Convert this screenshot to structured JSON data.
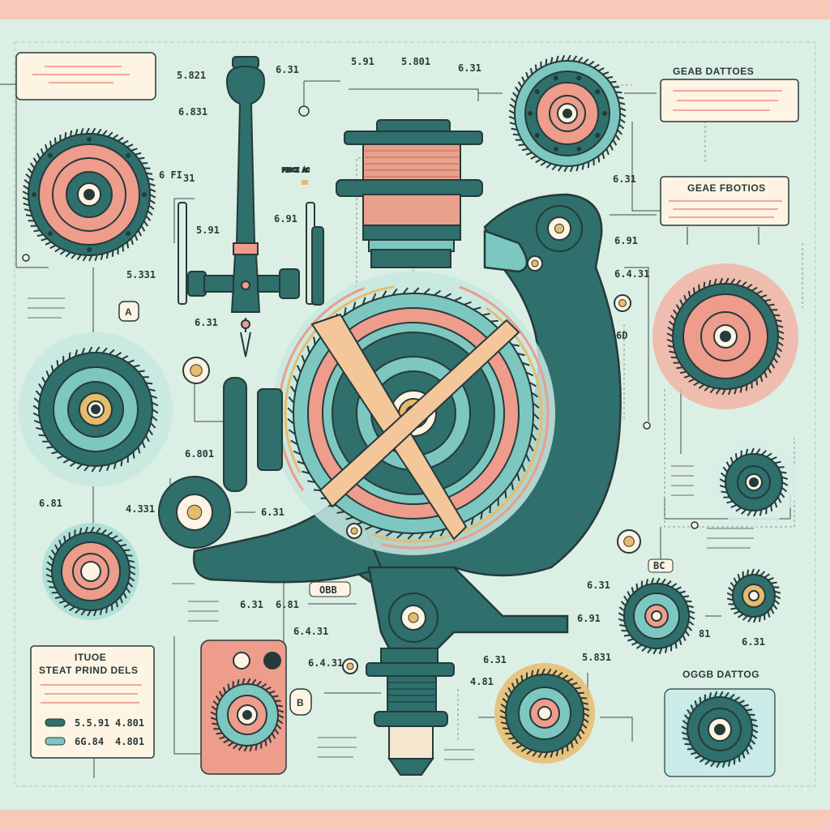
{
  "palette": {
    "background": "#dcefe4",
    "border": "#f6c9b8",
    "teal_dark": "#2f6f6c",
    "teal_light": "#7cc7c0",
    "salmon": "#ee9c8c",
    "cream": "#fdf4e3",
    "gold": "#e7bb6c",
    "ink": "#263a3a"
  },
  "callouts": {
    "gear_datasheet": "GEAB DATTOES",
    "gear_profile": "GEAE FBOTIOS",
    "gear_ratios": "OGGB DATTOG",
    "legend_title": "ITUOE",
    "legend_subtitle": "STEAT PRIND DELS",
    "legend_row1_a": "5.5.91",
    "legend_row1_b": "4.801",
    "legend_row2_a": "6G.84",
    "legend_row2_b": "4.801",
    "spool_label": "PIOCI AC",
    "small_tag": "BC",
    "badge_a": "A",
    "badge_b": "B",
    "crank_tag": "OBB"
  },
  "dimensions": {
    "d1": "5.821",
    "d2": "6.31",
    "d3": "5.91",
    "d4": "5.801",
    "d5": "6.31",
    "d6": "6.831",
    "d7": "6 FI",
    "d8": "31",
    "d9": "6.91",
    "d10": "5.91",
    "d11": "6.31",
    "d12": "6.31",
    "d13": "5.331",
    "d14": "6.91",
    "d15": "6.4.31",
    "d16": "6.801",
    "d17": "6D",
    "d18": "6.31",
    "d19": "6.81",
    "d20": "4.331",
    "d21": "6.31",
    "d22": "6.81",
    "d23": "6.31",
    "d24": "6.4.31",
    "d25": "6.4.31",
    "d26": "4.81",
    "d27": "5.831",
    "d28": "6.31",
    "d29": "6.91",
    "d30": "6.31",
    "d31": "81"
  }
}
